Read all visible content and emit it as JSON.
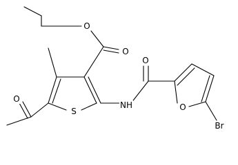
{
  "molecule": {
    "atoms": {
      "o_ester_carbonyl": "O",
      "o_ester_alkoxy": "O",
      "o_acetyl": "O",
      "s_thiophene": "S",
      "n_amide": "NH",
      "o_amide": "O",
      "o_furan": "O",
      "br": "Br"
    }
  },
  "colors": {
    "ink": "#000000",
    "background": "#ffffff"
  }
}
